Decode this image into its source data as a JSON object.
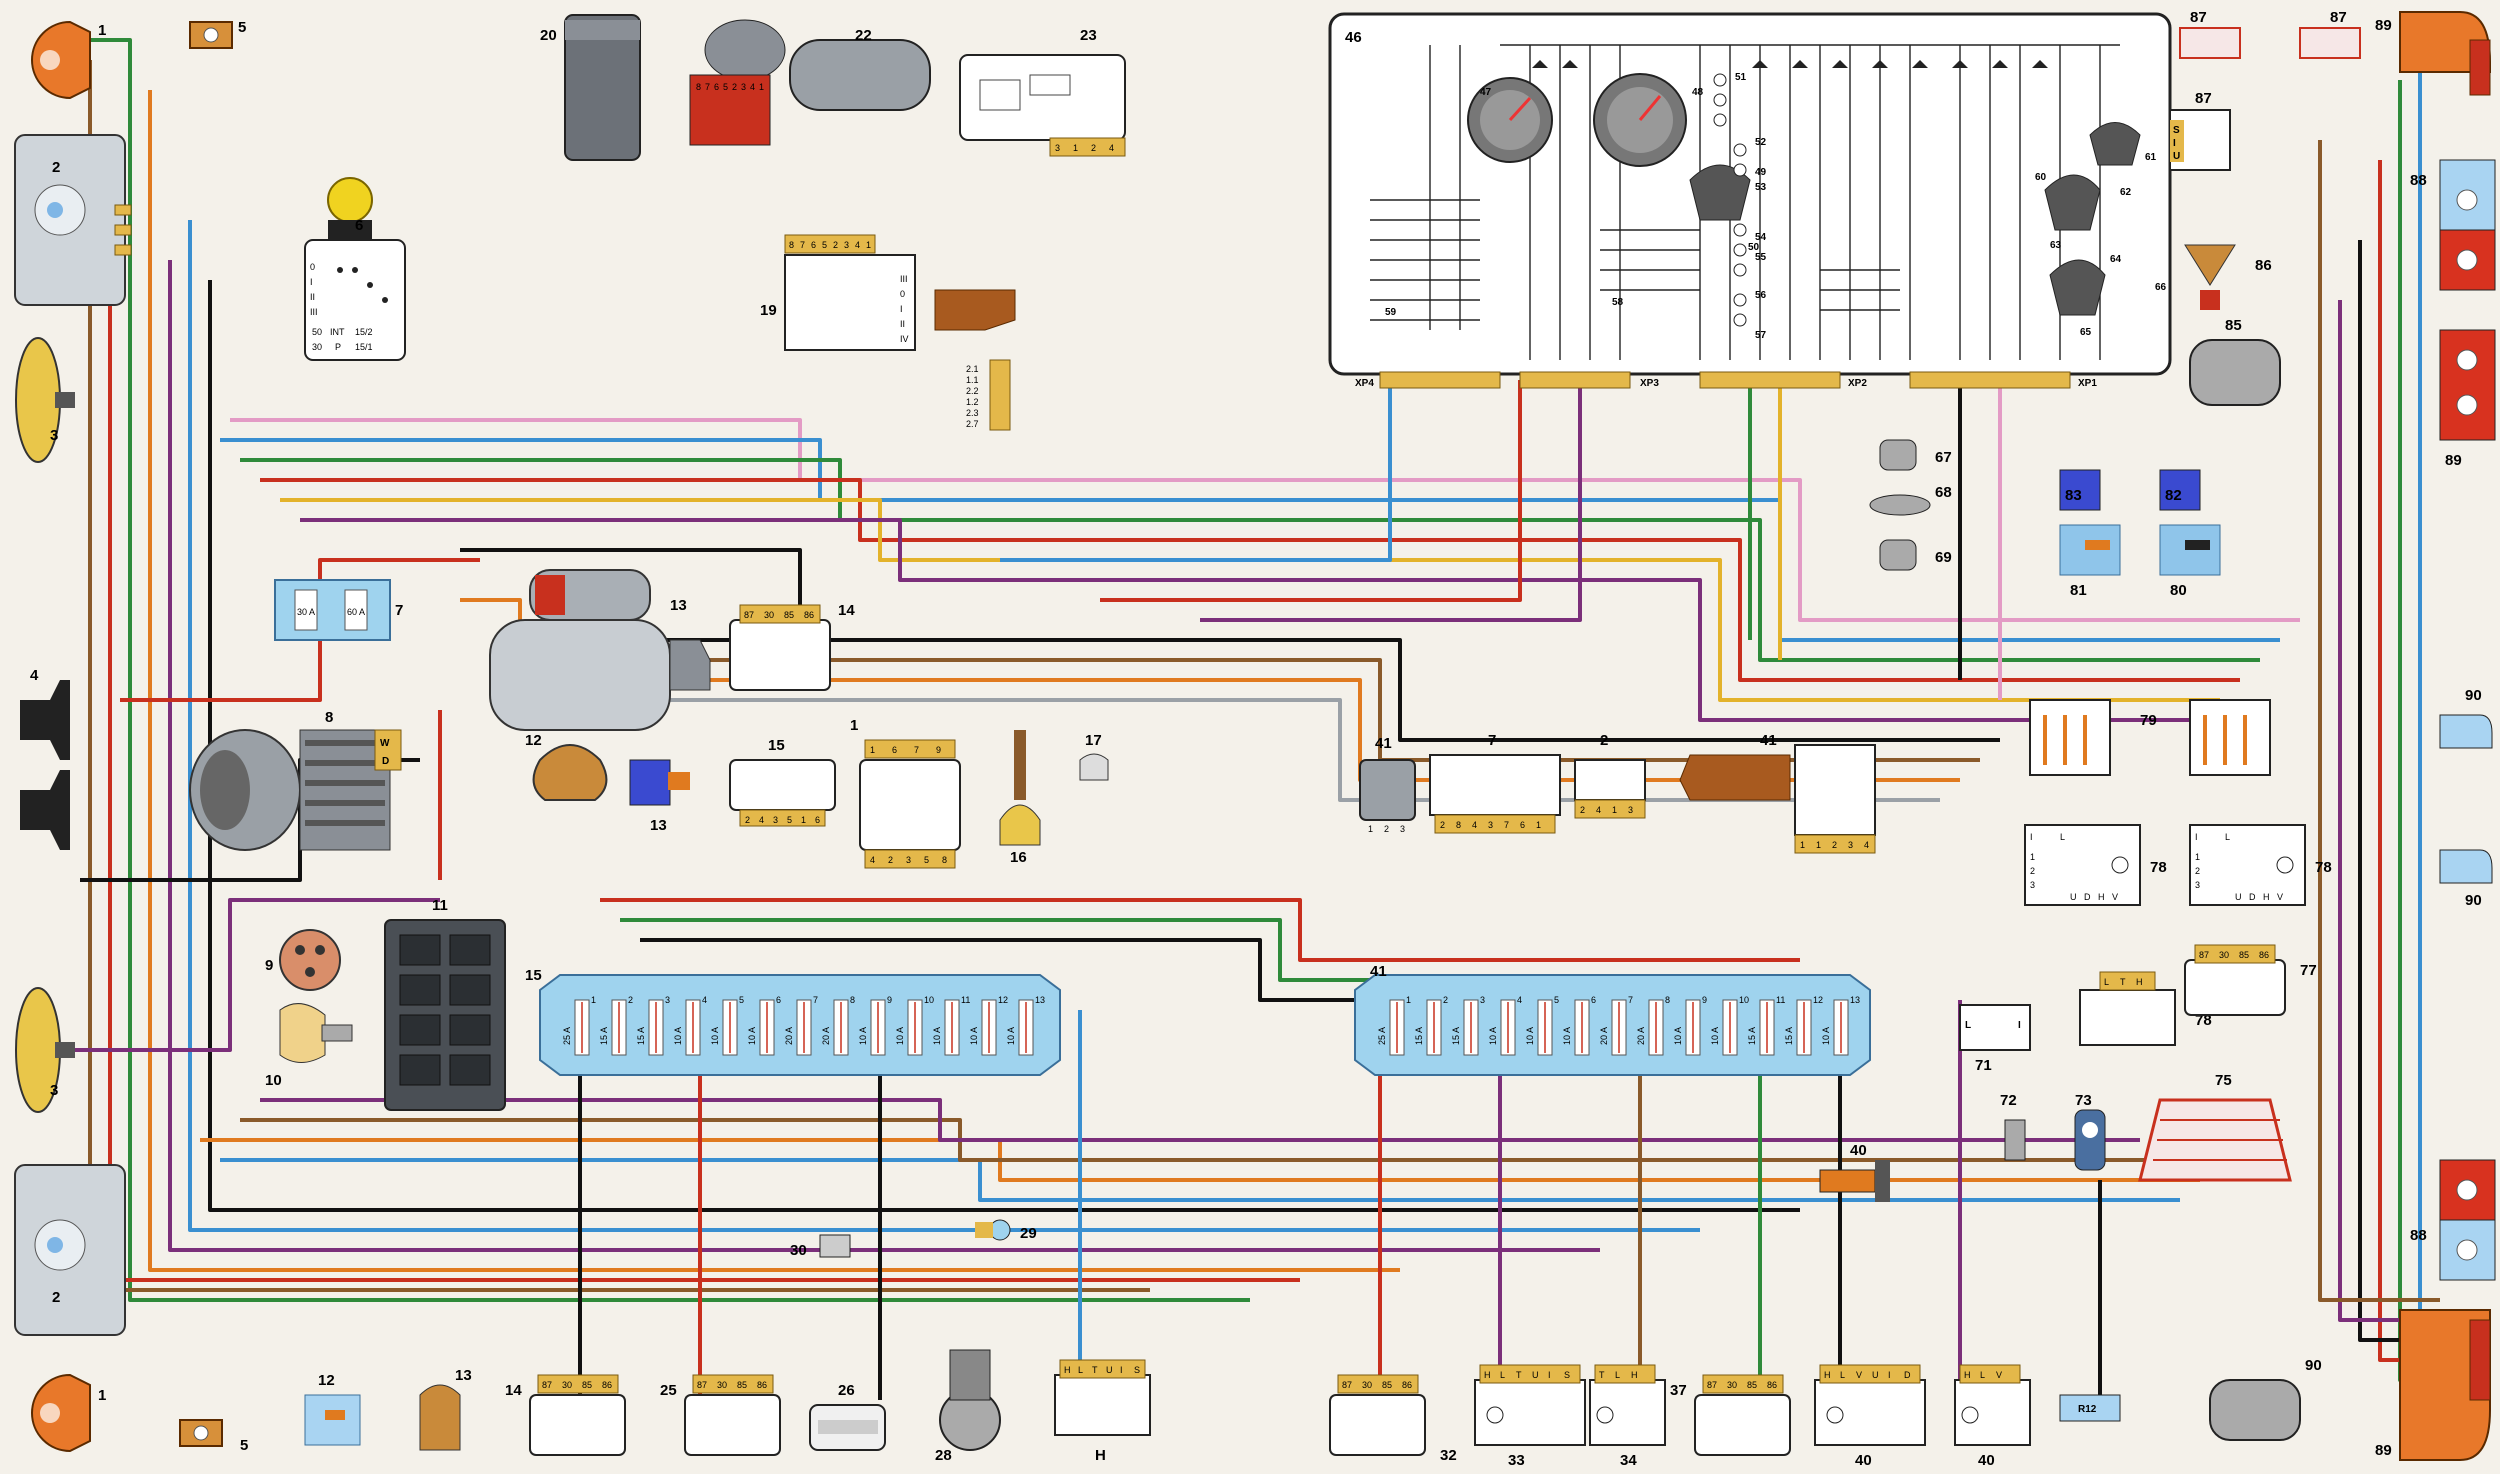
{
  "colors": {
    "background": "#f4f1ea",
    "wire_red": "#c8301e",
    "wire_green": "#2f8a3a",
    "wire_blue": "#3a8fd0",
    "wire_black": "#111111",
    "wire_brown": "#8a5a2a",
    "wire_orange": "#e07a1f",
    "wire_yellow": "#e3b22a",
    "wire_pink": "#e39bc5",
    "wire_purple": "#7b2f7a",
    "wire_grey": "#9aa0a6",
    "connector": "#e4b84a",
    "fuse_block": "#9fd3ee",
    "lamp_orange": "#e8782a",
    "lamp_red": "#d8321f"
  },
  "instrument_cluster": {
    "id": "46",
    "inner_ids": [
      "47",
      "48",
      "49",
      "50",
      "51",
      "52",
      "53",
      "54",
      "55",
      "56",
      "57",
      "58",
      "59",
      "60",
      "61",
      "62",
      "63",
      "64",
      "65",
      "66"
    ],
    "connectors": [
      "ХР4",
      "ХР3",
      "ХР2",
      "ХР1"
    ]
  },
  "fuse_blocks": [
    {
      "id": "15",
      "ratings": [
        "25 A",
        "15 A",
        "15 A",
        "10 A",
        "10 A",
        "10 A",
        "20 A",
        "20 A",
        "10 A",
        "10 A",
        "10 A",
        "10 A",
        "10 A"
      ]
    },
    {
      "id": "41",
      "ratings": [
        "25 A",
        "15 A",
        "15 A",
        "10 A",
        "10 A",
        "10 A",
        "20 A",
        "20 A",
        "10 A",
        "10 A",
        "15 A",
        "15 A",
        "10 A"
      ]
    }
  ],
  "fuse_numbers": [
    "1",
    "2",
    "3",
    "4",
    "5",
    "6",
    "7",
    "8",
    "9",
    "10",
    "11",
    "12",
    "13"
  ],
  "fuse_box_7": {
    "id": "7",
    "ratings": [
      "30 A",
      "60 A"
    ]
  },
  "ignition_switch": {
    "id": "6",
    "positions": [
      "0",
      "I",
      "II",
      "III"
    ],
    "terminals": [
      "50",
      "INT",
      "15/2",
      "30",
      "P",
      "15/1"
    ]
  },
  "relay_pins": [
    "87",
    "30",
    "85",
    "86"
  ],
  "alternator_terminals": [
    "W",
    "D"
  ],
  "multi_connector_labels": [
    "2.1",
    "1.1",
    "2.2",
    "1.2",
    "2.3",
    "2.7"
  ],
  "resistor_label": "R12",
  "wiper_connector_pins": [
    "8",
    "7",
    "6",
    "5",
    "2",
    "3",
    "4",
    "1"
  ],
  "switch_24_positions": [
    "III",
    "0",
    "I",
    "II",
    "IV"
  ],
  "connector_27_pins": [
    "3",
    "1",
    "2",
    "4"
  ],
  "connector_21_pins": {
    "top": [
      "1",
      "6",
      "7",
      "9"
    ],
    "bottom": [
      "4",
      "2",
      "3",
      "5",
      "8"
    ]
  },
  "connector_18_pins": [
    "2",
    "4",
    "3",
    "5",
    "1",
    "6"
  ],
  "connector_43_pins": [
    "2",
    "8",
    "4",
    "3",
    "7",
    "6",
    "1"
  ],
  "connector_44_pins": [
    "2",
    "4",
    "1",
    "3"
  ],
  "connector_42_pins": [
    "1",
    "2",
    "3"
  ],
  "connector_45_pins": [
    "1",
    "1",
    "2",
    "3",
    "4"
  ],
  "connector_76_pins": [
    "I",
    "L",
    "1",
    "2",
    "3",
    "U",
    "D",
    "H",
    "V"
  ],
  "connector_74_pins": [
    "L",
    "T",
    "H",
    "1",
    "2",
    "3"
  ],
  "connector_70_pins": [
    "L",
    "I"
  ],
  "connector_84_pins": [
    "S",
    "I",
    "U"
  ],
  "switch_pins": {
    "35": [
      "H",
      "L",
      "T",
      "U",
      "I",
      "S"
    ],
    "36": [
      "T",
      "L",
      "H"
    ],
    "38": [
      "H",
      "L",
      "V",
      "U",
      "I",
      "D"
    ],
    "39": [
      "H",
      "L",
      "V"
    ],
    "31": [
      "H",
      "L",
      "T",
      "U",
      "I",
      "S"
    ]
  },
  "component_ids": [
    "1",
    "2",
    "3",
    "4",
    "5",
    "8",
    "9",
    "10",
    "11",
    "12",
    "13",
    "14",
    "16",
    "17",
    "19",
    "20",
    "22",
    "23",
    "25",
    "26",
    "28",
    "29",
    "30",
    "32",
    "33",
    "34",
    "37",
    "40",
    "67",
    "68",
    "69",
    "71",
    "72",
    "73",
    "75",
    "77",
    "78",
    "79",
    "80",
    "81",
    "82",
    "83",
    "85",
    "86",
    "87",
    "88",
    "89",
    "90"
  ]
}
